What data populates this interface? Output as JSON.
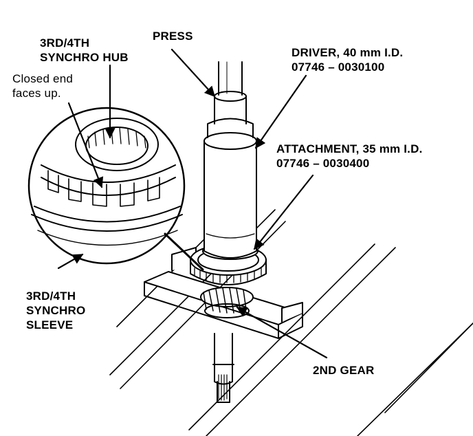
{
  "labels": {
    "press": "PRESS",
    "synchro_hub": [
      "3RD/4TH",
      "SYNCHRO HUB"
    ],
    "closed_end": [
      "Closed end",
      "faces up."
    ],
    "driver": [
      "DRIVER, 40 mm I.D.",
      "07746 – 0030100"
    ],
    "attachment": [
      "ATTACHMENT, 35 mm I.D.",
      "07746 – 0030400"
    ],
    "synchro_sleeve": [
      "3RD/4TH",
      "SYNCHRO",
      "SLEEVE"
    ],
    "second_gear": "2ND GEAR"
  },
  "colors": {
    "ink": "#000000",
    "paper": "#ffffff"
  }
}
